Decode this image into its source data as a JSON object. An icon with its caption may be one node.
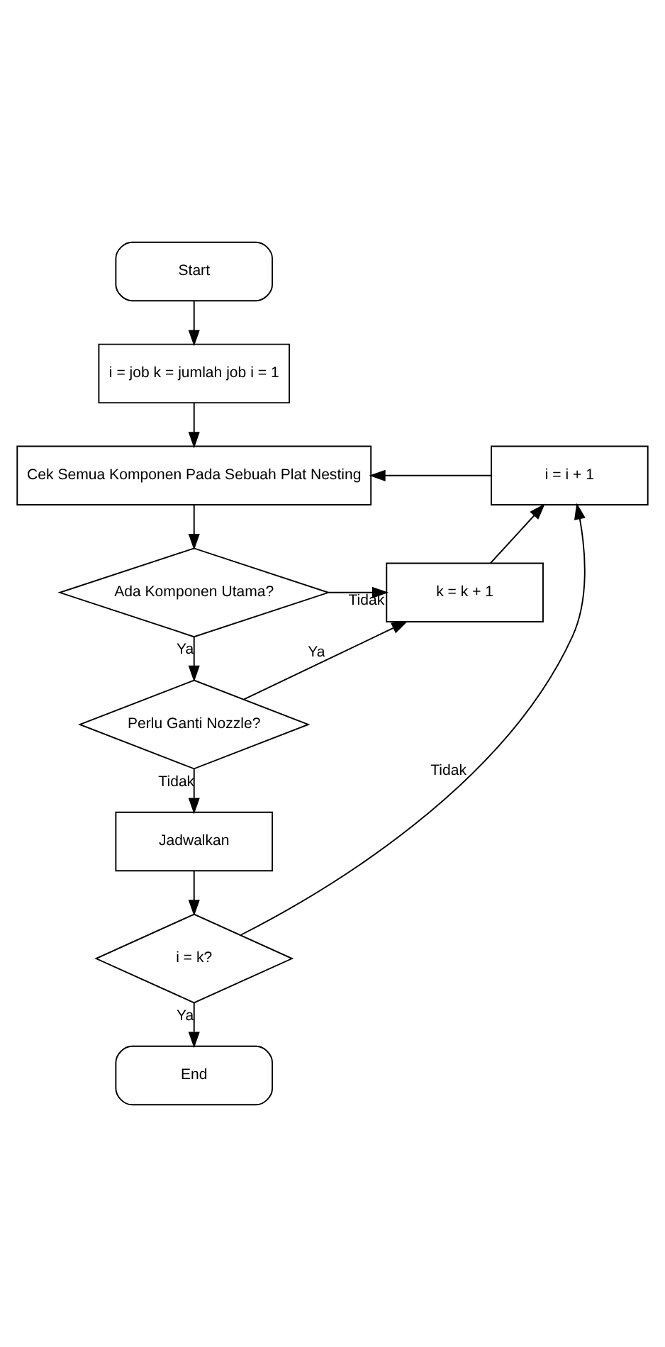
{
  "diagram": {
    "nodes": [
      {
        "text": [
          "Start"
        ]
      },
      {
        "text": [
          "i = job k = jumlah job i = 1"
        ]
      },
      {
        "text": [
          "Cek Semua Komponen Pada Sebuah Plat Nesting"
        ]
      },
      {
        "text": [
          "i = i + 1"
        ]
      },
      {
        "text": [
          "Ada Komponen Utama?"
        ]
      },
      {
        "text": [
          "k = k + 1"
        ]
      },
      {
        "text": [
          "Perlu Ganti Nozzle?"
        ]
      },
      {
        "text": [
          "Jadwalkan"
        ]
      },
      {
        "text": [
          "i = k?"
        ]
      },
      {
        "text": [
          "End"
        ]
      }
    ],
    "edges": [
      {
        "from": 0,
        "to": 1,
        "arrow": "to"
      },
      {
        "from": 1,
        "to": 2,
        "arrow": "to"
      },
      {
        "from": 3,
        "to": 2,
        "arrow": "to"
      },
      {
        "from": 2,
        "to": 4,
        "arrow": "to"
      },
      {
        "from": 4,
        "to": 5,
        "label": "Tidak",
        "arrow": "to"
      },
      {
        "from": 4,
        "to": 6,
        "label": "Ya",
        "arrow": "to"
      },
      {
        "from": 6,
        "to": 5,
        "label": "Ya",
        "arrow": "to"
      },
      {
        "from": 5,
        "to": 3,
        "arrow": "to"
      },
      {
        "from": 6,
        "to": 7,
        "label": "Tidak",
        "arrow": "to"
      },
      {
        "from": 7,
        "to": 8,
        "arrow": "to"
      },
      {
        "from": 8,
        "to": 3,
        "label": "Tidak",
        "arrow": "to"
      },
      {
        "from": 8,
        "to": 9,
        "label": "Ya",
        "arrow": "to"
      }
    ]
  }
}
